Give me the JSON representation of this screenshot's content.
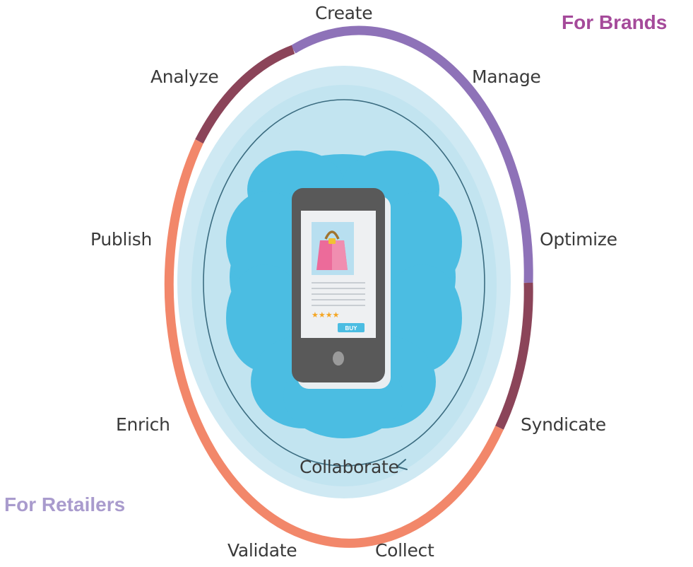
{
  "colors": {
    "brands_accent": "#a54a9a",
    "retailers_accent": "#a99bcd",
    "arc_purple": "#8e72b8",
    "arc_maroon": "#8b4459",
    "arc_orange": "#f2876a",
    "outer_disc": "#cfe9f3",
    "inner_disc": "#c2e4f0",
    "cloud": "#4bbde2",
    "phone_body": "#595959",
    "phone_screen": "#eef0f2",
    "bag_pink": "#ec6b9a",
    "stars": "#f5a623",
    "buy_button": "#4bbde2"
  },
  "audiences": {
    "brands": "For Brands",
    "retailers": "For Retailers"
  },
  "stages": {
    "create": "Create",
    "manage": "Manage",
    "optimize": "Optimize",
    "syndicate": "Syndicate",
    "collect": "Collect",
    "validate": "Validate",
    "enrich": "Enrich",
    "publish": "Publish",
    "analyze": "Analyze"
  },
  "center": {
    "cycle_label": "Collaborate",
    "rating_stars": "★★★★",
    "buy_button": "BUY",
    "bag_icon": "shopping-bag-icon",
    "phone_icon": "smartphone-icon",
    "cloud_icon": "cloud-icon"
  }
}
